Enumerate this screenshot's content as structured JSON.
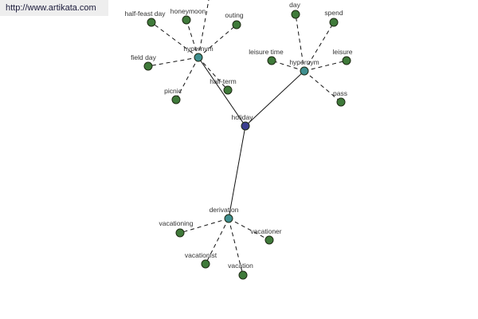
{
  "watermark": {
    "text": "http://www.artikata.com"
  },
  "colors": {
    "root": "#3b3f8f",
    "relation": "#3f8f8f",
    "leaf": "#3f7a3a",
    "edge": "#111111"
  },
  "graph": {
    "root": {
      "id": "holiday",
      "label": "holiday"
    },
    "relations": [
      {
        "id": "hypernym-left",
        "label": "hypernym",
        "leaves": [
          "half-feast day",
          "honeymoon",
          "outing",
          "field day",
          "picnic",
          "half-term"
        ]
      },
      {
        "id": "hypernym-right",
        "label": "hypernym",
        "leaves": [
          "day",
          "spend",
          "leisure time",
          "leisure",
          "pass"
        ]
      },
      {
        "id": "derivation",
        "label": "derivation",
        "leaves": [
          "vacationing",
          "vacationer",
          "vacationist",
          "vacation"
        ]
      }
    ]
  }
}
